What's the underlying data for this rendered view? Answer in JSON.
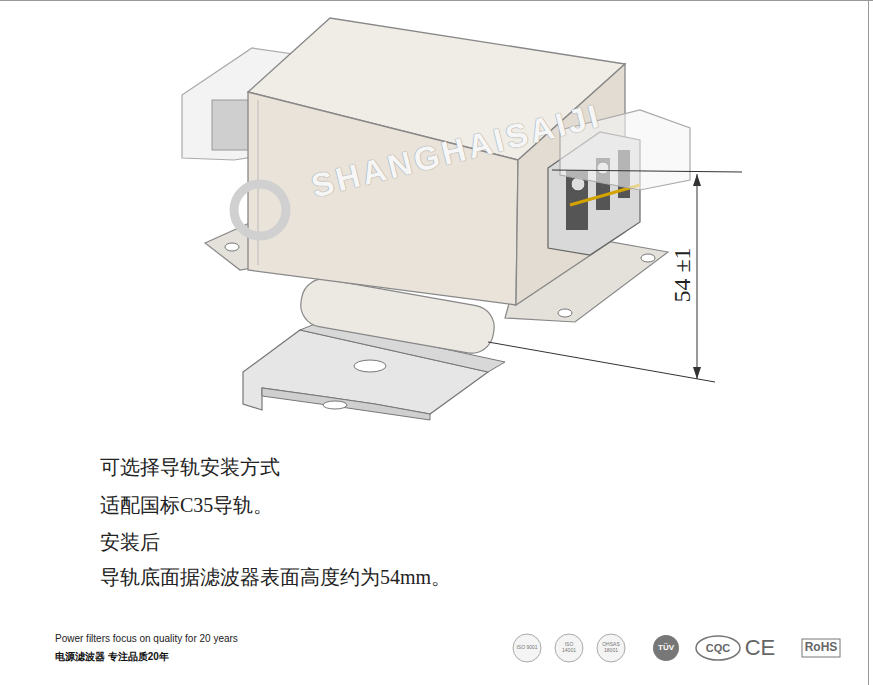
{
  "diagram": {
    "labels": [
      "SHANGHAISAIJI",
      "54 ±1",
      "可选择导轨安装方式",
      "适配国标C35导轨。",
      "安装后",
      "导轨底面据滤波器表面高度约为54mm。",
      "Power filters focus on quality for 20 years",
      "电源滤波器 专注品质20年",
      "ISO 9001",
      "ISO 14001",
      "OHSAS 18001",
      "TÜV",
      "CQC",
      "CE",
      "RoHS"
    ]
  }
}
